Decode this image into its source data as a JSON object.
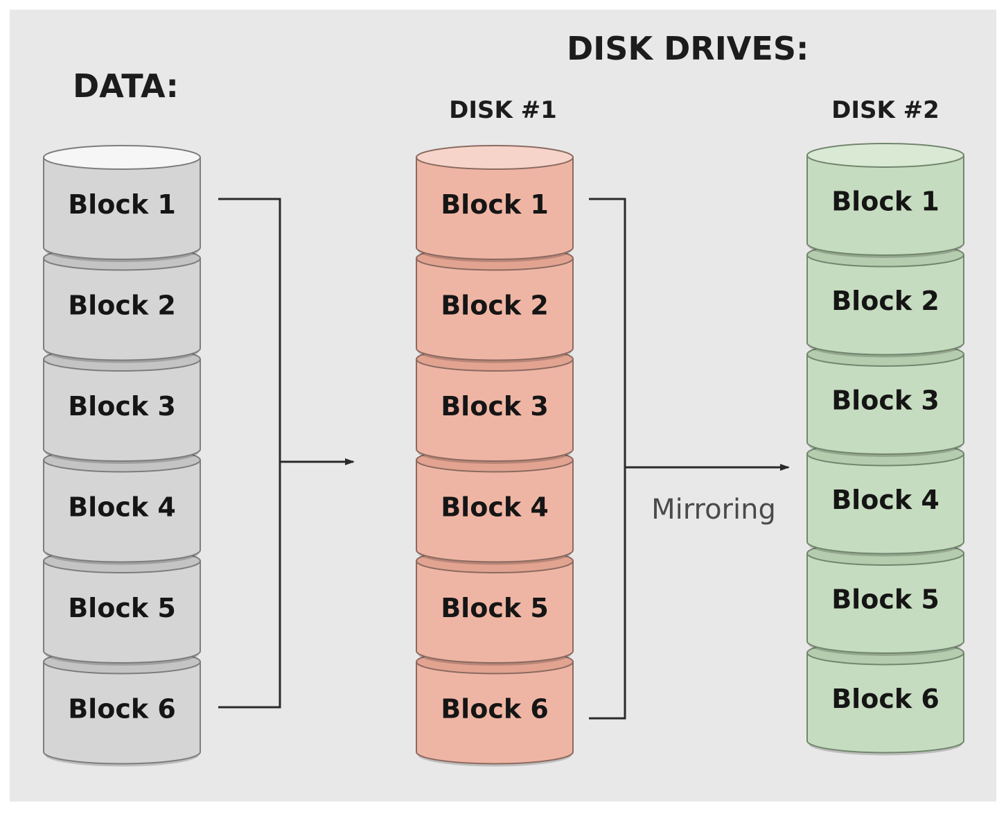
{
  "headings": {
    "data": "DATA:",
    "disk_drives": "DISK DRIVES:",
    "disk1": "DISK #1",
    "disk2": "DISK #2"
  },
  "mirror_label": "Mirroring",
  "stacks": [
    {
      "name": "data",
      "colors": {
        "body": "#d5d5d5",
        "top": "#f6f6f6",
        "stroke": "#7c7c7c",
        "rim": "#c4c4c4"
      },
      "blocks": [
        "Block 1",
        "Block 2",
        "Block 3",
        "Block 4",
        "Block 5",
        "Block 6"
      ]
    },
    {
      "name": "disk1",
      "colors": {
        "body": "#efb5a4",
        "top": "#f7d4ca",
        "stroke": "#8a6a60",
        "rim": "#e2a391"
      },
      "blocks": [
        "Block 1",
        "Block 2",
        "Block 3",
        "Block 4",
        "Block 5",
        "Block 6"
      ]
    },
    {
      "name": "disk2",
      "colors": {
        "body": "#c6dcc0",
        "top": "#d9e9d4",
        "stroke": "#71866d",
        "rim": "#b5ccae"
      },
      "blocks": [
        "Block 1",
        "Block 2",
        "Block 3",
        "Block 4",
        "Block 5",
        "Block 6"
      ]
    }
  ],
  "colors": {
    "background": "#e9e8e8",
    "line": "#2a2a2a"
  }
}
